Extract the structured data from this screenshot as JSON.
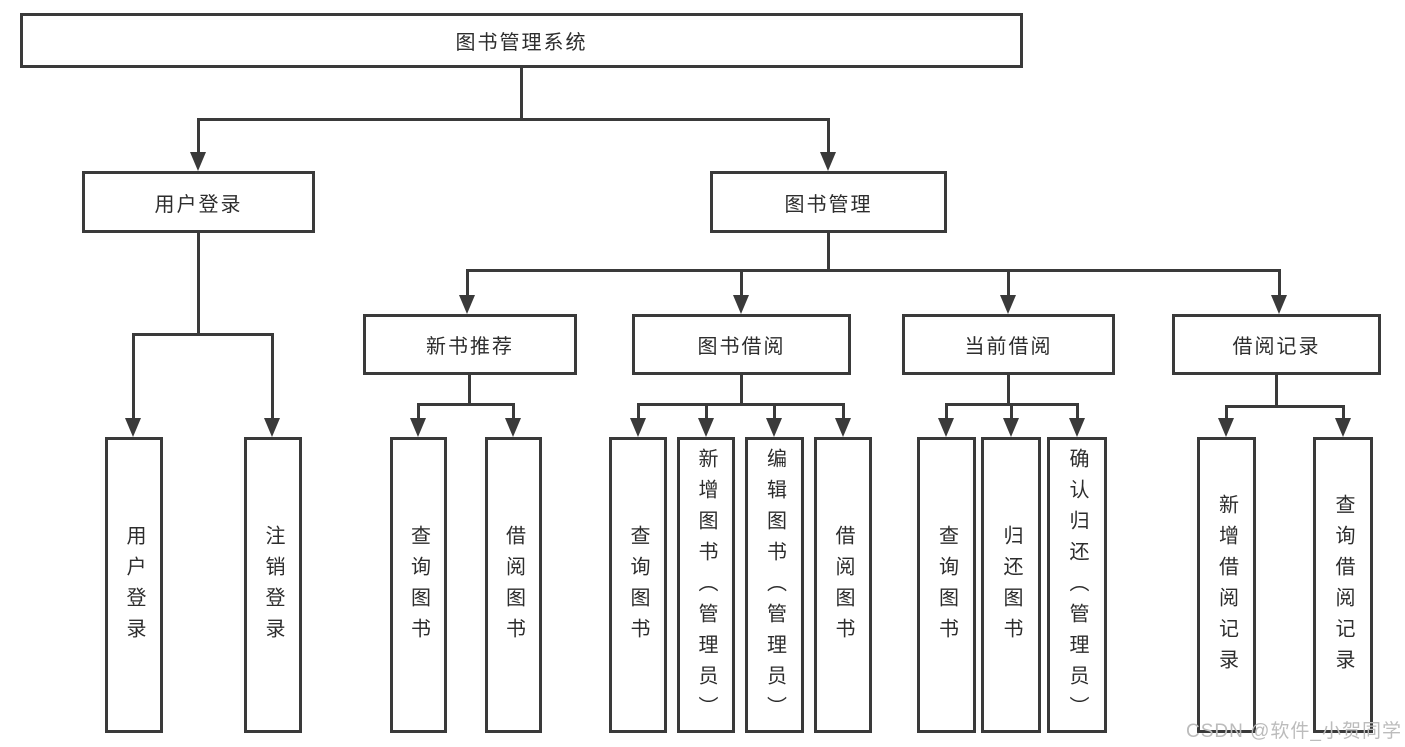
{
  "diagram": {
    "tree": {
      "label": "图书管理系统",
      "children": [
        {
          "label": "用户登录",
          "children": [
            {
              "label": "用户登录"
            },
            {
              "label": "注销登录"
            }
          ]
        },
        {
          "label": "图书管理",
          "children": [
            {
              "label": "新书推荐",
              "children": [
                {
                  "label": "查询图书"
                },
                {
                  "label": "借阅图书"
                }
              ]
            },
            {
              "label": "图书借阅",
              "children": [
                {
                  "label": "查询图书"
                },
                {
                  "label": "新增图书（管理员）"
                },
                {
                  "label": "编辑图书（管理员）"
                },
                {
                  "label": "借阅图书"
                }
              ]
            },
            {
              "label": "当前借阅",
              "children": [
                {
                  "label": "查询图书"
                },
                {
                  "label": "归还图书"
                },
                {
                  "label": "确认归还（管理员）"
                }
              ]
            },
            {
              "label": "借阅记录",
              "children": [
                {
                  "label": "新增借阅记录"
                },
                {
                  "label": "查询借阅记录"
                }
              ]
            }
          ]
        }
      ]
    },
    "colors": {
      "line": "#3a3a3a",
      "text": "#2d2d2d",
      "background": "#ffffff",
      "watermark": "#bcbcbc"
    }
  },
  "watermark": {
    "text": "CSDN @软件_小贺同学"
  }
}
